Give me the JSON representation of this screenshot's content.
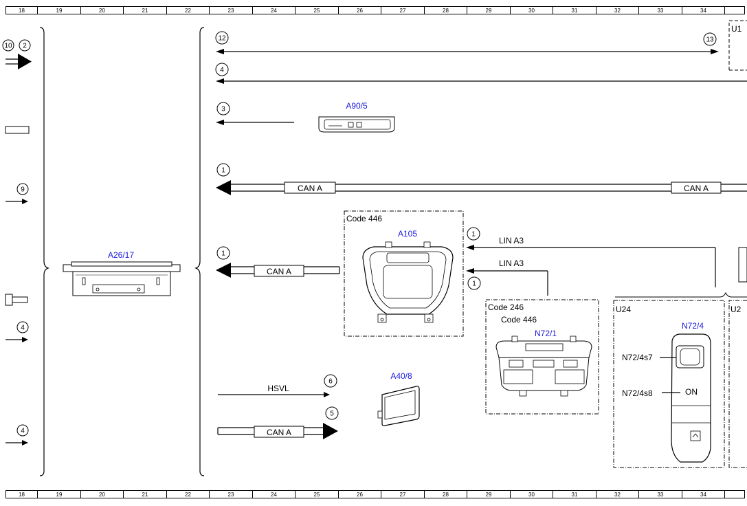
{
  "ruler": {
    "columns": [
      "18",
      "19",
      "20",
      "21",
      "22",
      "23",
      "24",
      "25",
      "26",
      "27",
      "28",
      "29",
      "30",
      "31",
      "32",
      "33",
      "34",
      ""
    ]
  },
  "components": {
    "a26_17": "A26/17",
    "a90_5": "A90/5",
    "a105": "A105",
    "n72_1": "N72/1",
    "a40_8": "A40/8",
    "n72_4": "N72/4",
    "n72_4s7": "N72/4s7",
    "n72_4s8": "N72/4s8",
    "on_label": "ON",
    "u_top": "U1",
    "u24": "U24",
    "u_right": "U2"
  },
  "codes": {
    "code_446_a": "Code 446",
    "code_246": "Code 246",
    "code_446_b": "Code 446"
  },
  "buses": {
    "can_a": "CAN A",
    "lin_a3": "LIN A3",
    "hsvl": "HSVL"
  },
  "connectors": {
    "left_10": "10",
    "left_2": "2",
    "left_9": "9",
    "left_4a": "4",
    "left_4b": "4",
    "top_12": "12",
    "top_13": "13",
    "top_4": "4",
    "mid_3": "3",
    "can_1_top": "1",
    "can_1_mid": "1",
    "lin_1_top": "1",
    "lin_1_bot": "1",
    "hsvl_6": "6",
    "can_5": "5"
  }
}
